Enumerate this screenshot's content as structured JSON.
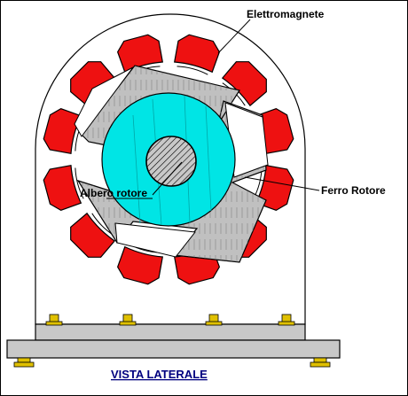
{
  "labels": {
    "electromagnet": "Elettromagnete",
    "rotor_iron": "Ferro Rotore",
    "rotor_shaft": "Albero rotore",
    "caption": "VISTA LATERALE"
  },
  "colors": {
    "electromagnet": "#ee1111",
    "rotor_iron": "#c0c0c0",
    "rotor_core": "#00e5e5",
    "base": "#c8c8c8",
    "bolt": "#e0c000",
    "caption": "#000080"
  }
}
